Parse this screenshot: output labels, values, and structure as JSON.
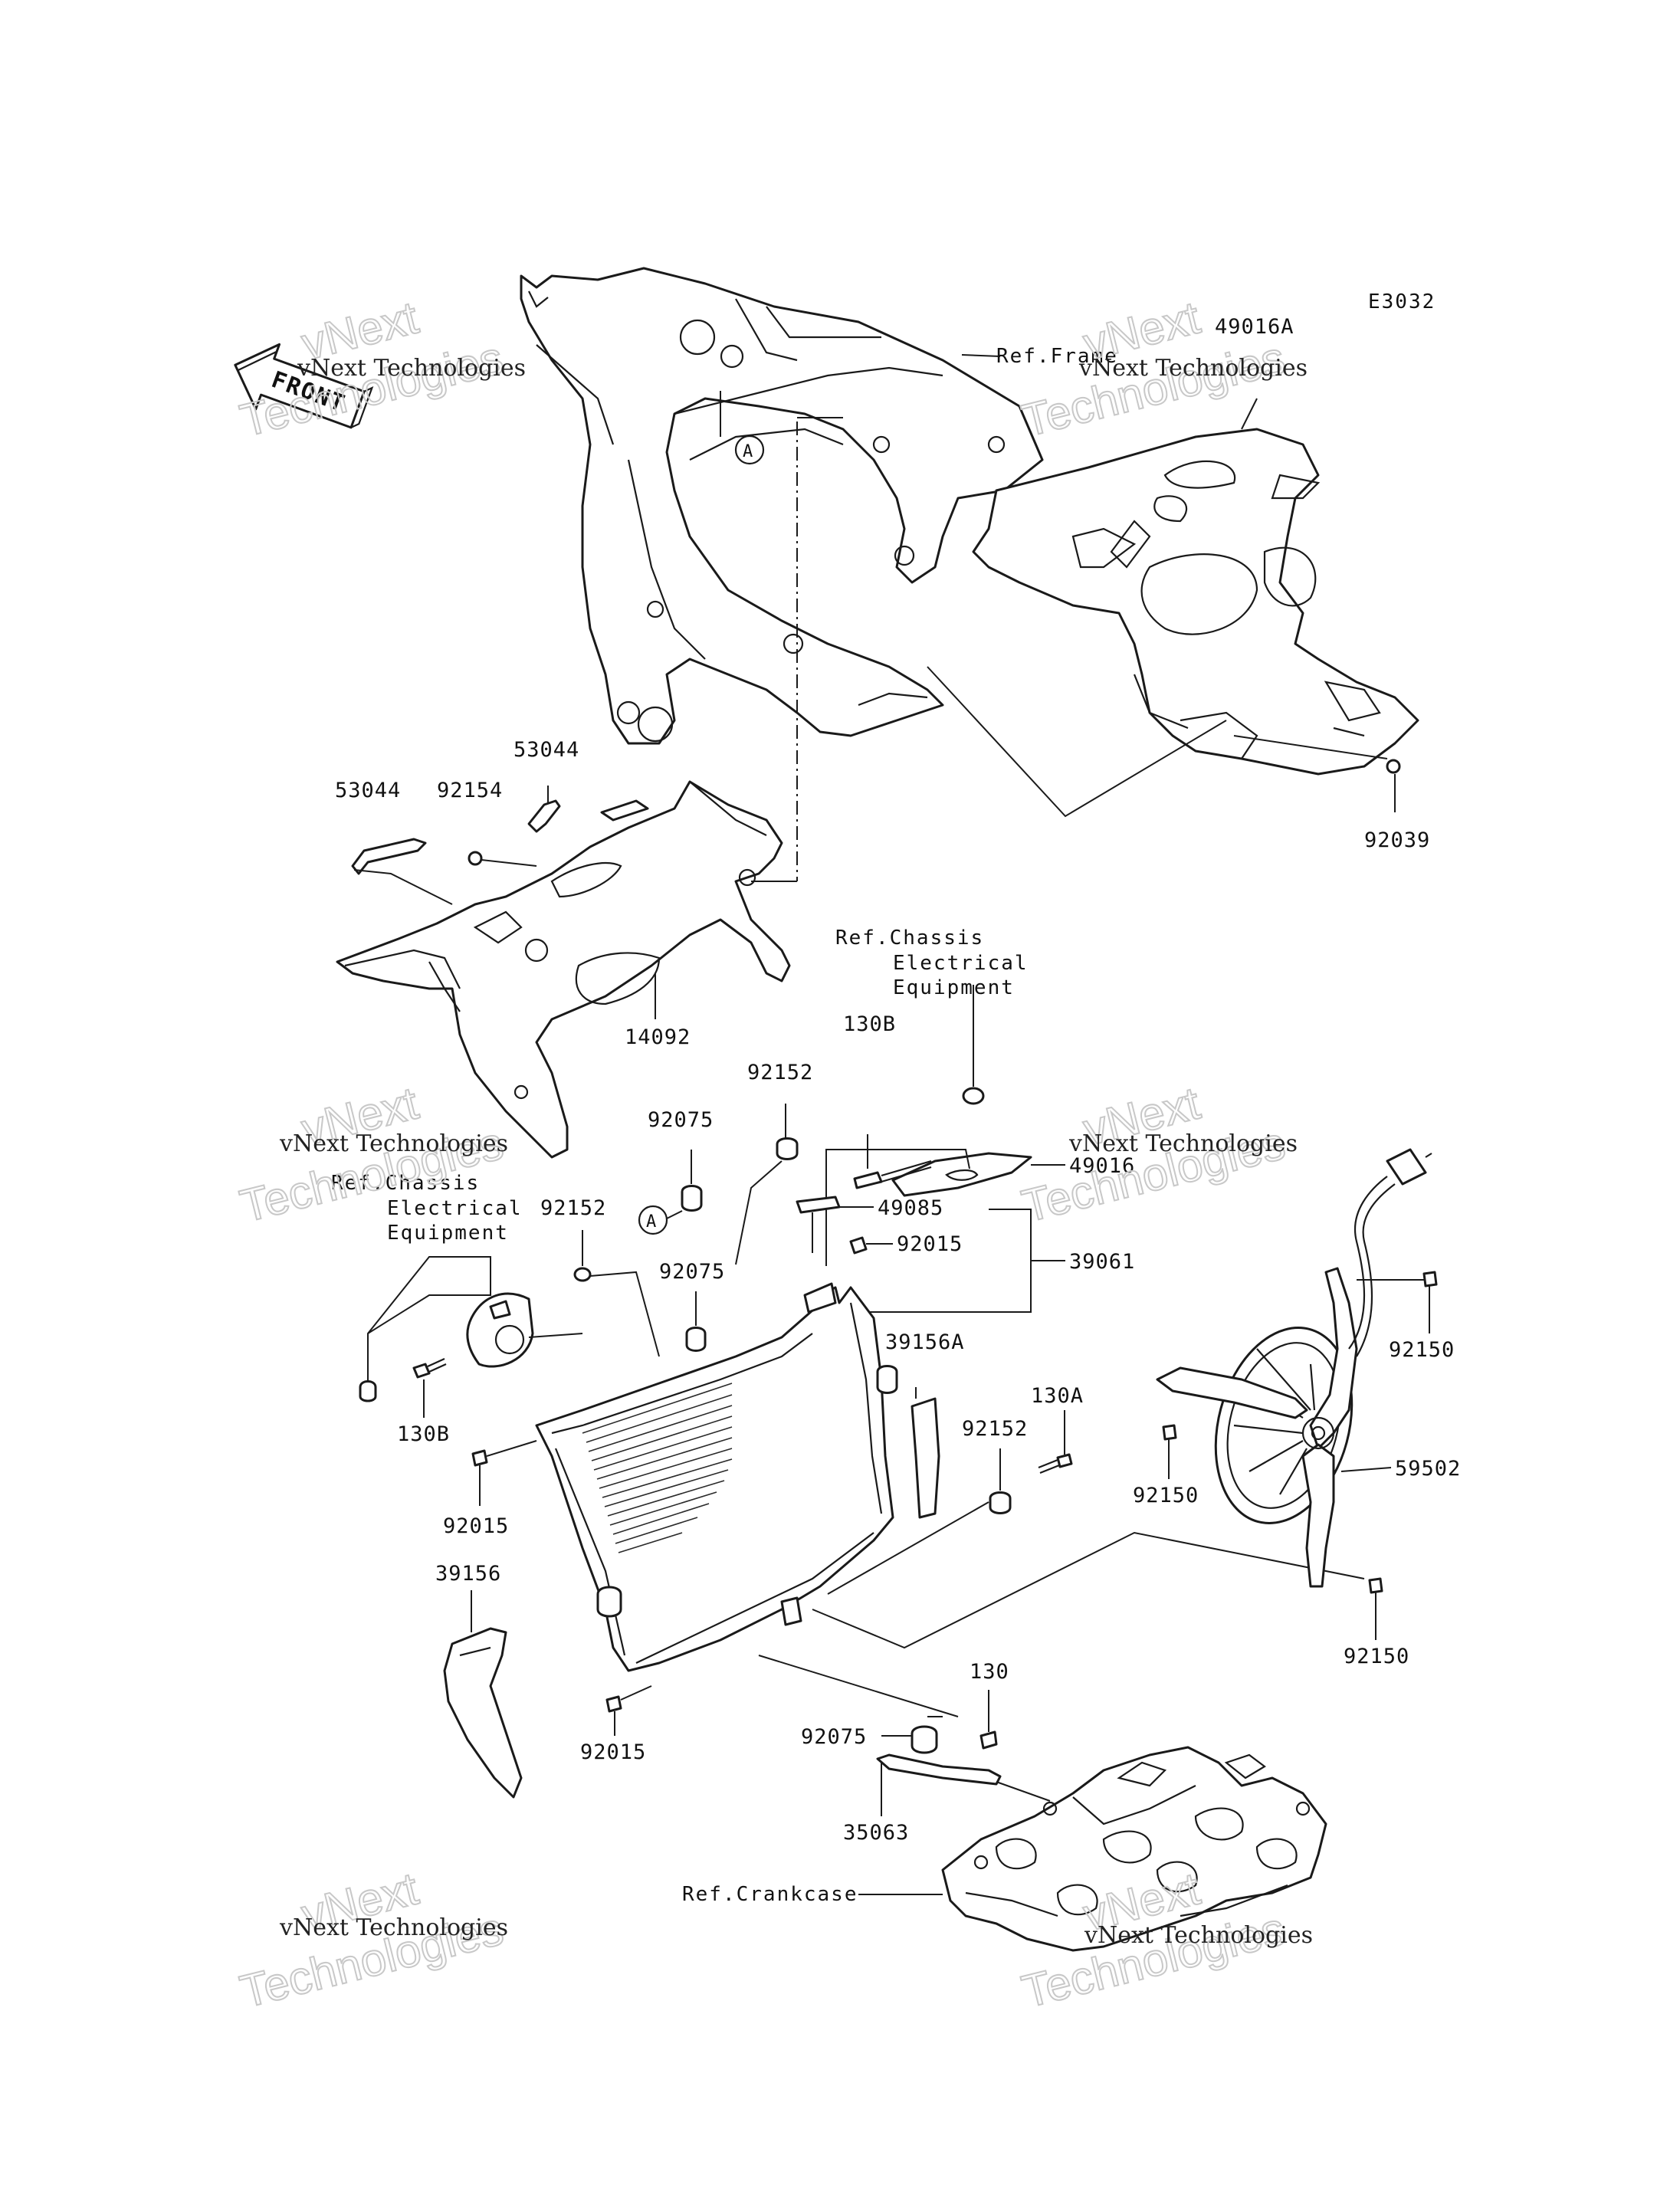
{
  "diagram_code": "E3032",
  "front_label": "FRONT",
  "watermark": {
    "line1": "vNext Technologies",
    "line2": "Technologies",
    "line3": "vNext"
  },
  "circle_marker": "A",
  "refs": {
    "frame": "Ref.Frame",
    "chassis_electrical_1": "Ref.Chassis",
    "chassis_electrical_2": "Electrical",
    "chassis_electrical_3": "Equipment",
    "crankcase": "Ref.Crankcase"
  },
  "parts": [
    {
      "number": "49016A"
    },
    {
      "number": "92039"
    },
    {
      "number": "53044"
    },
    {
      "number": "92154"
    },
    {
      "number": "53044"
    },
    {
      "number": "14092"
    },
    {
      "number": "130B"
    },
    {
      "number": "92152"
    },
    {
      "number": "49016"
    },
    {
      "number": "92075"
    },
    {
      "number": "49085"
    },
    {
      "number": "92015"
    },
    {
      "number": "39061"
    },
    {
      "number": "92152"
    },
    {
      "number": "92075"
    },
    {
      "number": "39156A"
    },
    {
      "number": "92150"
    },
    {
      "number": "130B"
    },
    {
      "number": "130A"
    },
    {
      "number": "92152"
    },
    {
      "number": "92150"
    },
    {
      "number": "59502"
    },
    {
      "number": "92015"
    },
    {
      "number": "39156"
    },
    {
      "number": "92150"
    },
    {
      "number": "130"
    },
    {
      "number": "92075"
    },
    {
      "number": "92015"
    },
    {
      "number": "35063"
    }
  ]
}
